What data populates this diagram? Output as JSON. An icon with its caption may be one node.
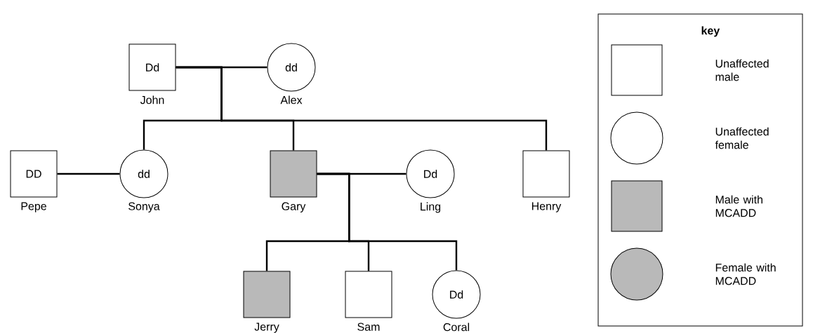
{
  "diagram": {
    "nodes": [
      {
        "text": [
          "Dd"
        ],
        "beside": [
          "John"
        ]
      },
      {
        "text": [
          "dd"
        ],
        "beside": [
          "Alex"
        ]
      },
      {
        "text": [
          "DD"
        ],
        "beside": [
          "Pepe"
        ]
      },
      {
        "text": [
          "dd"
        ],
        "beside": [
          "Sonya"
        ]
      },
      {
        "text": [],
        "shape": "box",
        "beside": [
          "Gary"
        ]
      },
      {
        "text": [
          "Dd"
        ],
        "beside": [
          "Ling"
        ]
      },
      {
        "text": [],
        "shape": "box",
        "beside": [
          "Henry"
        ]
      },
      {
        "text": [],
        "shape": "box",
        "beside": [
          "Jerry"
        ]
      },
      {
        "text": [],
        "shape": "box",
        "beside": [
          "Sam"
        ]
      },
      {
        "text": [
          "Dd"
        ],
        "beside": [
          "Coral"
        ]
      }
    ],
    "edges": [
      {
        "from": 0,
        "to": 1,
        "arrow": "none"
      },
      {
        "from": 0,
        "to": 3,
        "arrow": "none"
      },
      {
        "from": 0,
        "to": 4,
        "arrow": "none"
      },
      {
        "from": 0,
        "to": 6,
        "arrow": "none"
      },
      {
        "from": 2,
        "to": 3,
        "arrow": "none"
      },
      {
        "from": 4,
        "to": 5,
        "arrow": "none"
      },
      {
        "from": 4,
        "to": 7,
        "arrow": "none"
      },
      {
        "from": 4,
        "to": 8,
        "arrow": "none"
      },
      {
        "from": 4,
        "to": 9,
        "arrow": "none"
      }
    ],
    "labels": [
      "key"
    ],
    "legend": [
      {
        "text": "Unaffected male"
      },
      {
        "text": "Unaffected female"
      },
      {
        "text": "Male with MCADD"
      },
      {
        "text": "Female with MCADD"
      }
    ]
  }
}
